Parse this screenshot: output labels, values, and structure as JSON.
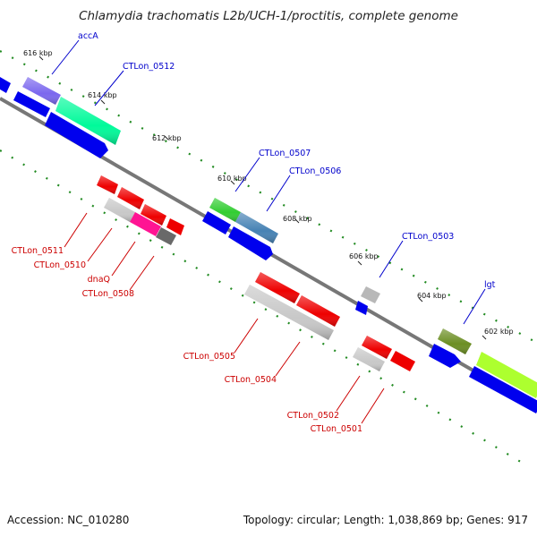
{
  "title": "Chlamydia trachomatis L2b/UCH-1/proctitis, complete genome",
  "footer": {
    "accession": "Accession: NC_010280",
    "topology": "Topology: circular; Length: 1,038,869 bp; Genes: 917"
  },
  "ticks": [
    "616 kbp",
    "614 kbp",
    "612 kbp",
    "610 kbp",
    "608 kbp",
    "606 kbp",
    "604 kbp",
    "602 kbp"
  ],
  "blue_labels": [
    "accA",
    "CTLon_0512",
    "CTLon_0507",
    "CTLon_0506",
    "CTLon_0503",
    "lgt"
  ],
  "red_labels": [
    "CTLon_0511",
    "CTLon_0510",
    "dnaQ",
    "CTLon_0508",
    "CTLon_0505",
    "CTLon_0504",
    "CTLon_0502",
    "CTLon_0501"
  ],
  "colors": {
    "backbone": "#777777",
    "forward_cds": "#0000ee",
    "reverse_cds": "#ee0000",
    "tick": "#228b22",
    "blue_label": "#0000cc",
    "red_label": "#cc0000"
  }
}
